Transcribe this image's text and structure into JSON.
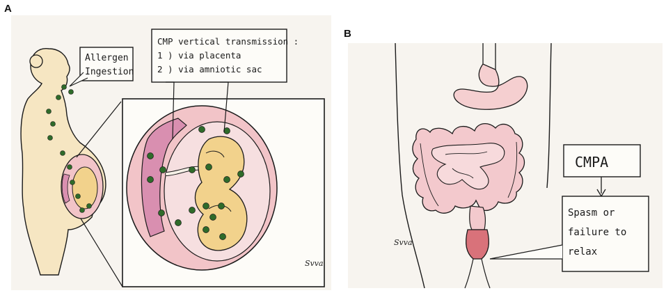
{
  "panels": {
    "a": {
      "letter": "A",
      "allergen_line1": "Allergen",
      "allergen_line2": "Ingestion",
      "cmp_title": "CMP vertical transmission :",
      "cmp_item1": "1 ) via placenta",
      "cmp_item2": "2 ) via amniotic sac",
      "signature": "Svva"
    },
    "b": {
      "letter": "B",
      "cmpa_label": "CMPA",
      "spasm_line1": "Spasm or",
      "spasm_line2": "failure to",
      "spasm_line3": "relax",
      "signature": "Svva"
    }
  },
  "colors": {
    "paper": "#f7f4ef",
    "skin": "#f6e6c2",
    "pink": "#f2c4c8",
    "placenta": "#d98fb0",
    "fetus": "#f2d28c",
    "dots": "#2f6b2a",
    "stomach": "#f5cfd0",
    "sphincter": "#d9727a",
    "ink": "#1a1a1a"
  }
}
